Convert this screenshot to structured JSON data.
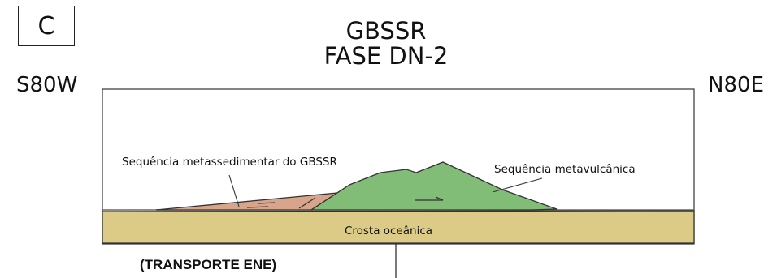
{
  "panel": {
    "letter": "C"
  },
  "title": {
    "line1": "GBSSR",
    "line2": "FASE DN-2"
  },
  "directions": {
    "west": "S80W",
    "east": "N80E"
  },
  "labels": {
    "sedimentary": "Sequência metassedimentar do GBSSR",
    "volcanic": "Sequência metavulcânica",
    "crust": "Crosta oceânica",
    "transport": "(TRANSPORTE ENE)"
  },
  "colors": {
    "sedimentary_fill": "#d9a58a",
    "volcanic_fill": "#82bd78",
    "crust_fill": "#dccb86"
  }
}
